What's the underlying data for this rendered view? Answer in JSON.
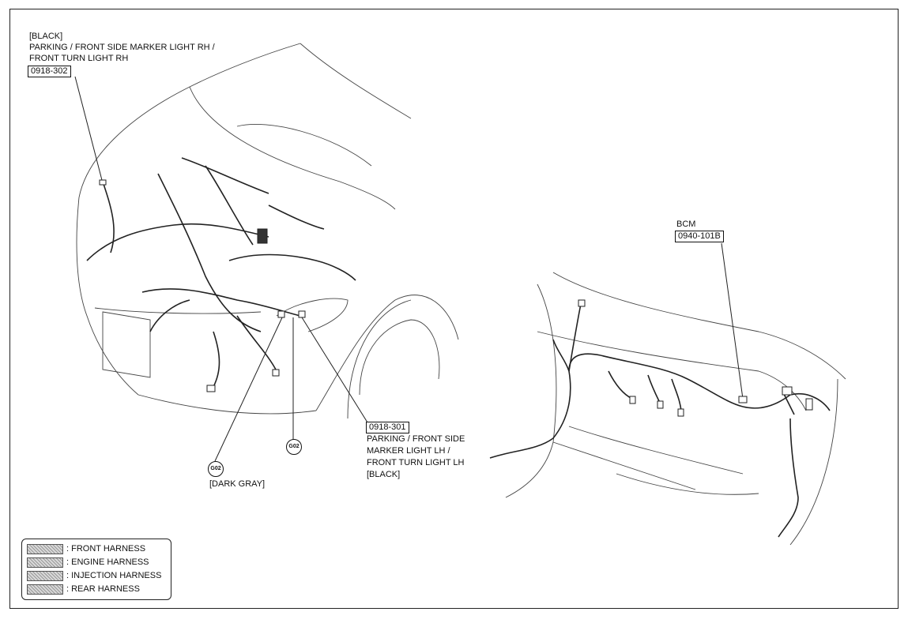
{
  "labels": {
    "rh_color": "[BLACK]",
    "rh_line1": "PARKING / FRONT SIDE MARKER LIGHT RH /",
    "rh_line2": "FRONT TURN LIGHT RH",
    "rh_code": "0918-302",
    "lh_code": "0918-301",
    "lh_line1": "PARKING / FRONT SIDE",
    "lh_line2": "MARKER LIGHT LH /",
    "lh_line3": "FRONT TURN LIGHT LH",
    "lh_color": "[BLACK]",
    "ground_a": "G02",
    "ground_b": "G02",
    "ground_color": "[DARK GRAY]",
    "bcm_name": "BCM",
    "bcm_code": "0940-101B"
  },
  "legend": [
    {
      "label": ": FRONT HARNESS",
      "color": "#b8b8b8"
    },
    {
      "label": ": ENGINE HARNESS",
      "color": "#a8a8a8"
    },
    {
      "label": ": INJECTION HARNESS",
      "color": "#9a9a9a"
    },
    {
      "label": ": REAR HARNESS",
      "color": "#c4c4c4"
    }
  ]
}
